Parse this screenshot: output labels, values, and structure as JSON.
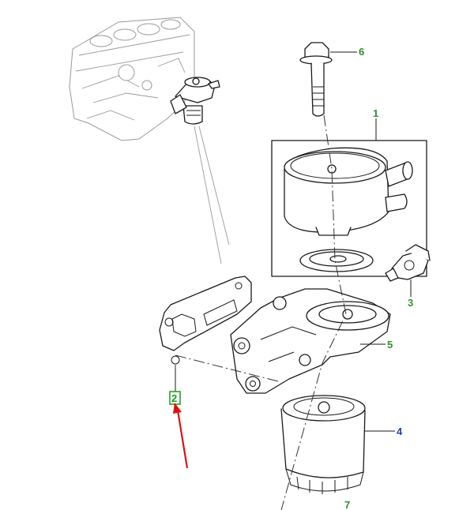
{
  "callouts": {
    "c1": "1",
    "c2": "2",
    "c3": "3",
    "c4": "4",
    "c5": "5",
    "c6": "6",
    "c7": "7"
  },
  "colors": {
    "callout_green": "#2f8f2f",
    "callout_blue": "#1f3fbf",
    "highlight_box": "#1a9a1a",
    "arrow_red": "#e01010"
  },
  "icons": {
    "pointer": "red-arrow-icon"
  }
}
